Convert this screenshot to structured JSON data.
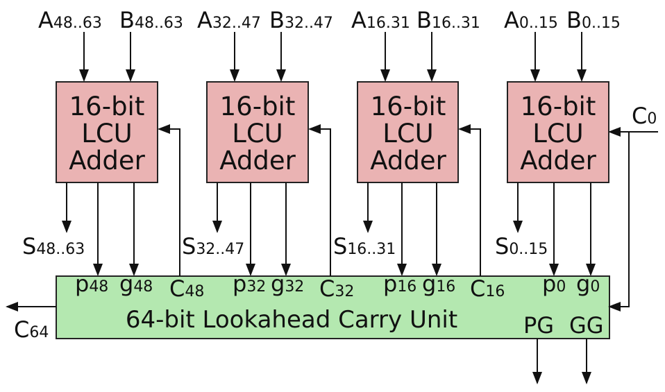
{
  "adders": [
    {
      "title_lines": [
        "16-bit",
        "LCU",
        "Adder"
      ],
      "a": {
        "base": "A",
        "sub": "48..63"
      },
      "b": {
        "base": "B",
        "sub": "48..63"
      },
      "s": {
        "base": "S",
        "sub": "48..63"
      },
      "p": {
        "base": "p",
        "sub": "48"
      },
      "g": {
        "base": "g",
        "sub": "48"
      },
      "c": {
        "base": "C",
        "sub": "48"
      }
    },
    {
      "title_lines": [
        "16-bit",
        "LCU",
        "Adder"
      ],
      "a": {
        "base": "A",
        "sub": "32..47"
      },
      "b": {
        "base": "B",
        "sub": "32..47"
      },
      "s": {
        "base": "S",
        "sub": "32..47"
      },
      "p": {
        "base": "p",
        "sub": "32"
      },
      "g": {
        "base": "g",
        "sub": "32"
      },
      "c": {
        "base": "C",
        "sub": "32"
      }
    },
    {
      "title_lines": [
        "16-bit",
        "LCU",
        "Adder"
      ],
      "a": {
        "base": "A",
        "sub": "16.31"
      },
      "b": {
        "base": "B",
        "sub": "16..31"
      },
      "s": {
        "base": "S",
        "sub": "16..31"
      },
      "p": {
        "base": "p",
        "sub": "16"
      },
      "g": {
        "base": "g",
        "sub": "16"
      },
      "c": {
        "base": "C",
        "sub": "16"
      }
    },
    {
      "title_lines": [
        "16-bit",
        "LCU",
        "Adder"
      ],
      "a": {
        "base": "A",
        "sub": "0..15"
      },
      "b": {
        "base": "B",
        "sub": "0..15"
      },
      "s": {
        "base": "S",
        "sub": "0..15"
      },
      "p": {
        "base": "p",
        "sub": "0"
      },
      "g": {
        "base": "g",
        "sub": "0"
      },
      "c": null
    }
  ],
  "carry_in": {
    "base": "C",
    "sub": "0"
  },
  "carry_out": {
    "base": "C",
    "sub": "64"
  },
  "unit_title": "64-bit Lookahead Carry Unit",
  "unit_outputs": {
    "pg": "PG",
    "gg": "GG"
  },
  "colors": {
    "adder_fill": "#eab3b3",
    "unit_fill": "#b4e8b0",
    "line": "#111111"
  }
}
